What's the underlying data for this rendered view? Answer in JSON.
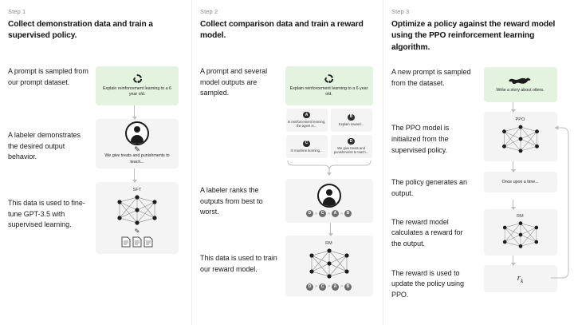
{
  "meta": {
    "title": "Reinforcement Learning from Human Feedback (RLHF) training pipeline",
    "accent_green": "#e3f3e0",
    "card_gray": "#f4f4f4",
    "arrow_gray": "#bdbdbd",
    "text_dark": "#1a1a1a",
    "step_label_gray": "#8a8a8a"
  },
  "columns": [
    {
      "step_label": "Step 1",
      "title": "Collect demonstration data and train a supervised policy.",
      "blocks": [
        {
          "desc": "A prompt is sampled from our prompt dataset.",
          "card": {
            "style": "green",
            "icon": "recycle-icon",
            "text": "Explain reinforcement learning to a 6 year old."
          }
        },
        {
          "desc": "A labeler demonstrates the desired output behavior.",
          "card": {
            "style": "gray",
            "icon": "labeler-person-icon",
            "sub_icon": "pencil-icon",
            "text": "We give treats and punishments to teach..."
          }
        },
        {
          "desc": "This data is used to fine-tune GPT-3.5 with supervised learning.",
          "card": {
            "style": "gray",
            "label": "SFT",
            "icon": "neural-network-icon",
            "sub_icon": "pencil-icon",
            "extra_icon": "documents-icon"
          }
        }
      ]
    },
    {
      "step_label": "Step 2",
      "title": "Collect comparison data and train a reward model.",
      "blocks": [
        {
          "desc": "A prompt and several model outputs are sampled.",
          "card": {
            "style": "green",
            "icon": "recycle-icon",
            "text": "Explain reinforcement learning to a 6 year old."
          },
          "outputs": [
            {
              "badge": "A",
              "text": "In reinforcement learning, the agent is..."
            },
            {
              "badge": "B",
              "text": "Explain reward..."
            },
            {
              "badge": "C",
              "text": "In machine learning..."
            },
            {
              "badge": "D",
              "text": "We give treats and punishments to teach..."
            }
          ]
        },
        {
          "desc": "A labeler ranks the outputs from best to worst.",
          "card": {
            "style": "gray",
            "icon": "labeler-person-icon"
          },
          "ranking": [
            "D",
            "C",
            "A",
            "B"
          ],
          "rank_separator": ">"
        },
        {
          "desc": "This data is used to train our reward model.",
          "card": {
            "style": "gray",
            "label": "RM",
            "icon": "neural-network-icon"
          },
          "ranking": [
            "D",
            "C",
            "A",
            "B"
          ],
          "rank_separator": ">"
        }
      ]
    },
    {
      "step_label": "Step 3",
      "title": "Optimize a policy against the reward model using the PPO reinforcement learning algorithm.",
      "blocks": [
        {
          "desc": "A new prompt is sampled from the dataset.",
          "card": {
            "style": "green",
            "icon": "otter-icon",
            "text": "Write a story about otters."
          }
        },
        {
          "desc": "The PPO model is initialized from the supervised policy.",
          "card": {
            "style": "gray",
            "label": "PPO",
            "icon": "neural-network-icon"
          }
        },
        {
          "desc": "The policy generates an output.",
          "card": {
            "style": "gray",
            "text": "Once upon a time..."
          }
        },
        {
          "desc": "The reward model calculates a reward for the output.",
          "card": {
            "style": "gray",
            "label": "RM",
            "icon": "neural-network-icon"
          }
        },
        {
          "desc": "The reward is used to update the policy using PPO.",
          "card": {
            "style": "gray",
            "formula": "r",
            "formula_sub": "k"
          }
        }
      ],
      "feedback_loop": "reward-feedback-arrow"
    }
  ]
}
